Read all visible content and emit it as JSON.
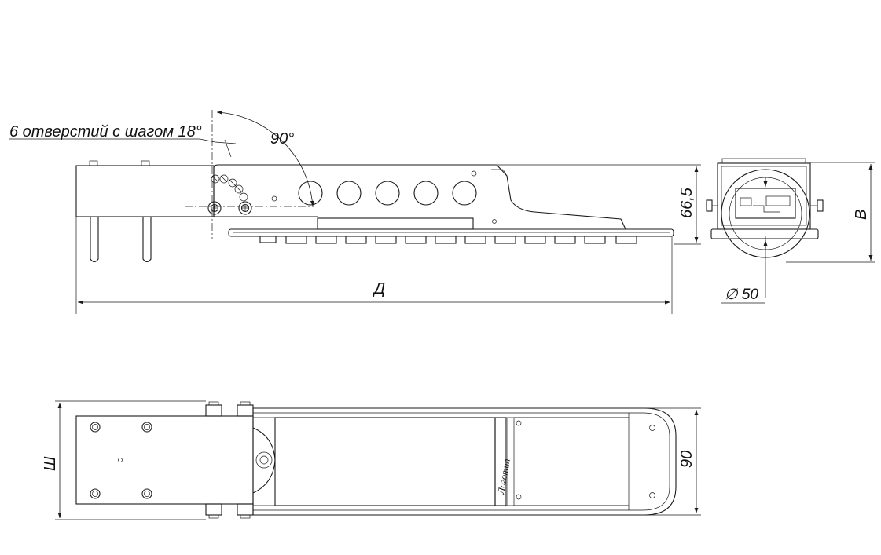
{
  "labels": {
    "holes_note": "6 отверстий с шагом 18°",
    "angle": "90°",
    "height": "66,5",
    "width_side": "В",
    "diameter": "∅ 50",
    "length": "Д",
    "width_top": "Ш",
    "depth": "90",
    "logo": "Логотип"
  }
}
